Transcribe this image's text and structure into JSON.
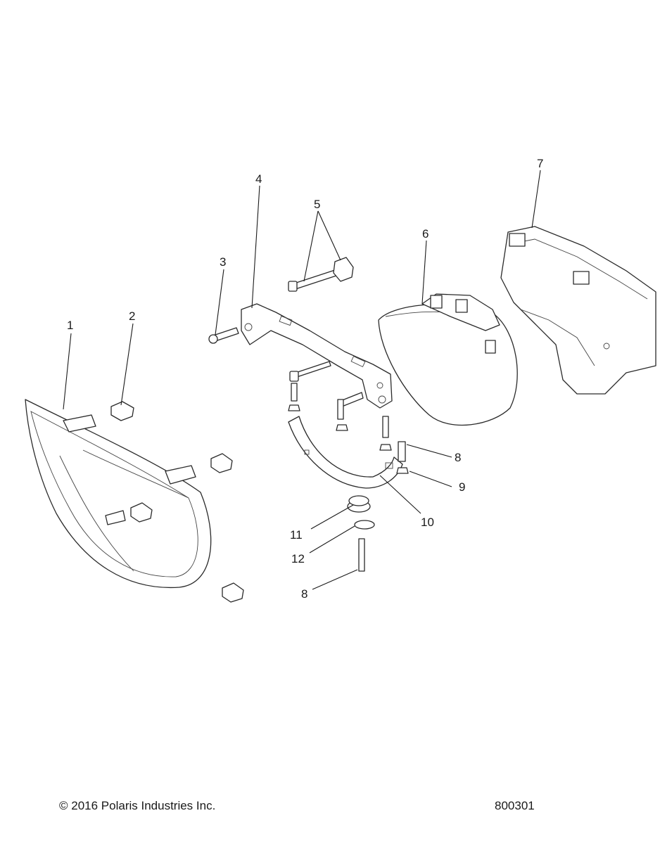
{
  "callouts": [
    {
      "id": "c1",
      "label": "1"
    },
    {
      "id": "c2",
      "label": "2"
    },
    {
      "id": "c3",
      "label": "3"
    },
    {
      "id": "c4",
      "label": "4"
    },
    {
      "id": "c5",
      "label": "5"
    },
    {
      "id": "c6",
      "label": "6"
    },
    {
      "id": "c7",
      "label": "7"
    },
    {
      "id": "c8a",
      "label": "8"
    },
    {
      "id": "c9",
      "label": "9"
    },
    {
      "id": "c10",
      "label": "10"
    },
    {
      "id": "c11",
      "label": "11"
    },
    {
      "id": "c12",
      "label": "12"
    },
    {
      "id": "c8b",
      "label": "8"
    }
  ],
  "footer": {
    "copyright": "© 2016 Polaris Industries Inc.",
    "drawing_number": "800301"
  }
}
